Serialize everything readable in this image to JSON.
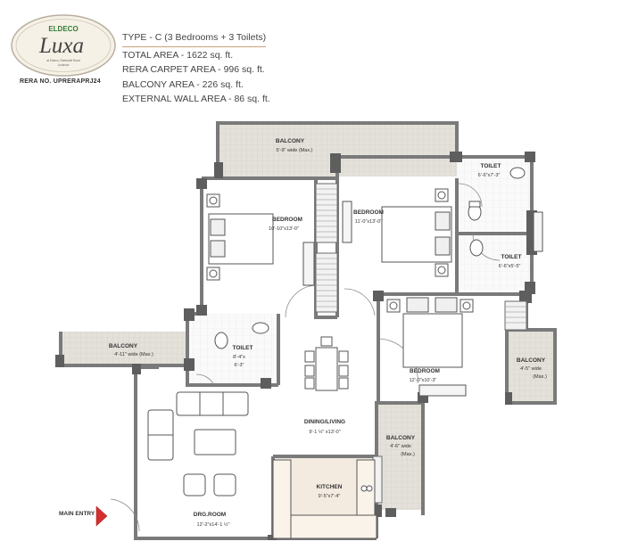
{
  "logo": {
    "brand": "ELDECO",
    "name": "Luxa",
    "tagline": "at Eldeco, Raebareli Road",
    "city": "Lucknow"
  },
  "rera": "RERA NO. UPRERAPRJ24",
  "specs": {
    "type": "TYPE - C (3 Bedrooms + 3 Toilets)",
    "total": "TOTAL AREA - 1622 sq. ft.",
    "carpet": "RERA CARPET AREA - 996 sq. ft.",
    "balcony": "BALCONY AREA - 226 sq. ft.",
    "wall": "EXTERNAL WALL AREA - 86 sq. ft."
  },
  "rooms": {
    "balcony_top": {
      "name": "BALCONY",
      "dim": "5'-9\" wide (Max.)"
    },
    "toilet_top": {
      "name": "TOILET",
      "dim": "6'-6\"x7'-3\""
    },
    "bedroom_left": {
      "name": "BEDROOM",
      "dim": "10'-10\"x13'-0\""
    },
    "bedroom_center": {
      "name": "BEDROOM",
      "dim": "11'-0\"x13'-0\""
    },
    "toilet_right": {
      "name": "TOILET",
      "dim": "6'-6\"x5'-5\""
    },
    "balcony_left": {
      "name": "BALCONY",
      "dim": "4'-11\" wide (Max.)"
    },
    "toilet_left": {
      "name": "TOILET",
      "dim": "8'-4\"x",
      "dim2": "6'-3\""
    },
    "bedroom_right": {
      "name": "BEDROOM",
      "dim": "12'-0\"x10'-3\""
    },
    "balcony_right": {
      "name": "BALCONY",
      "dim": "4'-5\" wide",
      "dim2": "(Max.)"
    },
    "dining": {
      "name": "DINING/LIVING",
      "dim": "9'-1 ½\" x13'-0\""
    },
    "balcony_mid": {
      "name": "BALCONY",
      "dim": "4'-6\" wide",
      "dim2": "(Max.)"
    },
    "kitchen": {
      "name": "KITCHEN",
      "dim": "9'-5\"x7'-4\""
    },
    "drawing": {
      "name": "DRG.ROOM",
      "dim": "12'-2\"x14'-1 ½\""
    }
  },
  "main_entry": "MAIN ENTRY"
}
